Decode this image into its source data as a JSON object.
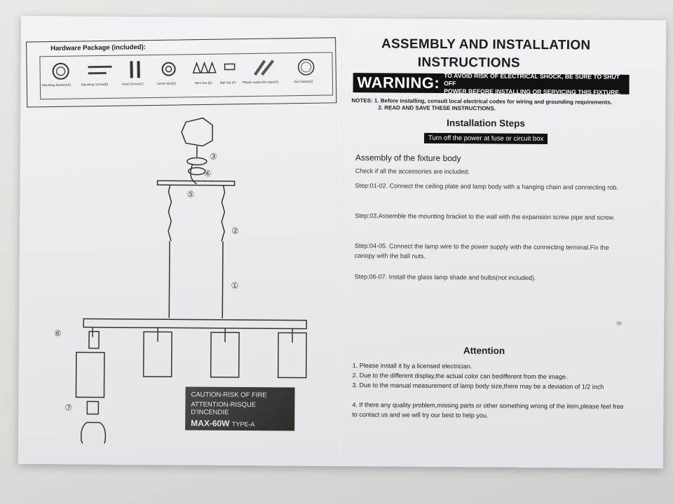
{
  "hardware": {
    "title": "Hardware Package (included):",
    "items": [
      "Mounting Bracket(A)",
      "Mounting Screw(B)",
      "Head Screw(C)",
      "Screw Nut(D)",
      "Wire Nut (E)",
      "Ball Nut (F)",
      "Plastic expansion pipe(H)",
      "Nut Gasket(I)"
    ]
  },
  "diagram": {
    "callouts": [
      "③",
      "④",
      "⑤",
      "②",
      "①",
      "⑥",
      "⑦"
    ]
  },
  "caution": {
    "line1": "CAUTION-RISK OF FIRE",
    "line2": "ATTENTION-RISQUE D'INCENDIE",
    "line3": "MAX-60W",
    "type": "TYPE-A"
  },
  "header": {
    "title_line1": "ASSEMBLY AND INSTALLATION",
    "title_line2": "INSTRUCTIONS"
  },
  "warning": {
    "word": "WARNING:",
    "line1": "TO AVOID RISK OF ELECTRICAL SHOCK, BE SURE TO SHUT OFF",
    "line2": "POWER BEFORE INSTALLING OR SERVICING THIS FIXTURE."
  },
  "notes": {
    "line1": "NOTES: 1. Before installing, consult local electrical codes for wiring and grounding requirements.",
    "line2": "2. READ AND SAVE THESE INSTRUCTIONS."
  },
  "installation": {
    "heading": "Installation Steps",
    "power_banner": "Turn off the power at fuse or circuit box",
    "assembly_heading": "Assembly of the fixture body",
    "check": "Check if all the accessories are included.",
    "steps": [
      "Step:01-02. Connect the ceiling plate and lamp body with a hanging chain and connecting rob.",
      "Step:03.Assemble the mounting bracket to the wall with the expansion screw pipe and screw.",
      "Step:04-05. Connect the lamp wire to the power supply with the connecting terminal.Fix the canopy with the ball nuts.",
      "Step:06-07. Install the glass lamp shade and bulbs(not included)."
    ]
  },
  "attention": {
    "heading": "Attention",
    "items": [
      "1. Please install it by a licensed electrician.",
      "2. Due to the different display,the actual color can bedifferent from the image.",
      "3. Due to the manual measurement of lamp body size,there may be a deviation of 1/2 inch",
      "4. If there any quality problem,missing parts or other something wrong of the item,please feel free to contact us and we will try our best to help you."
    ]
  }
}
